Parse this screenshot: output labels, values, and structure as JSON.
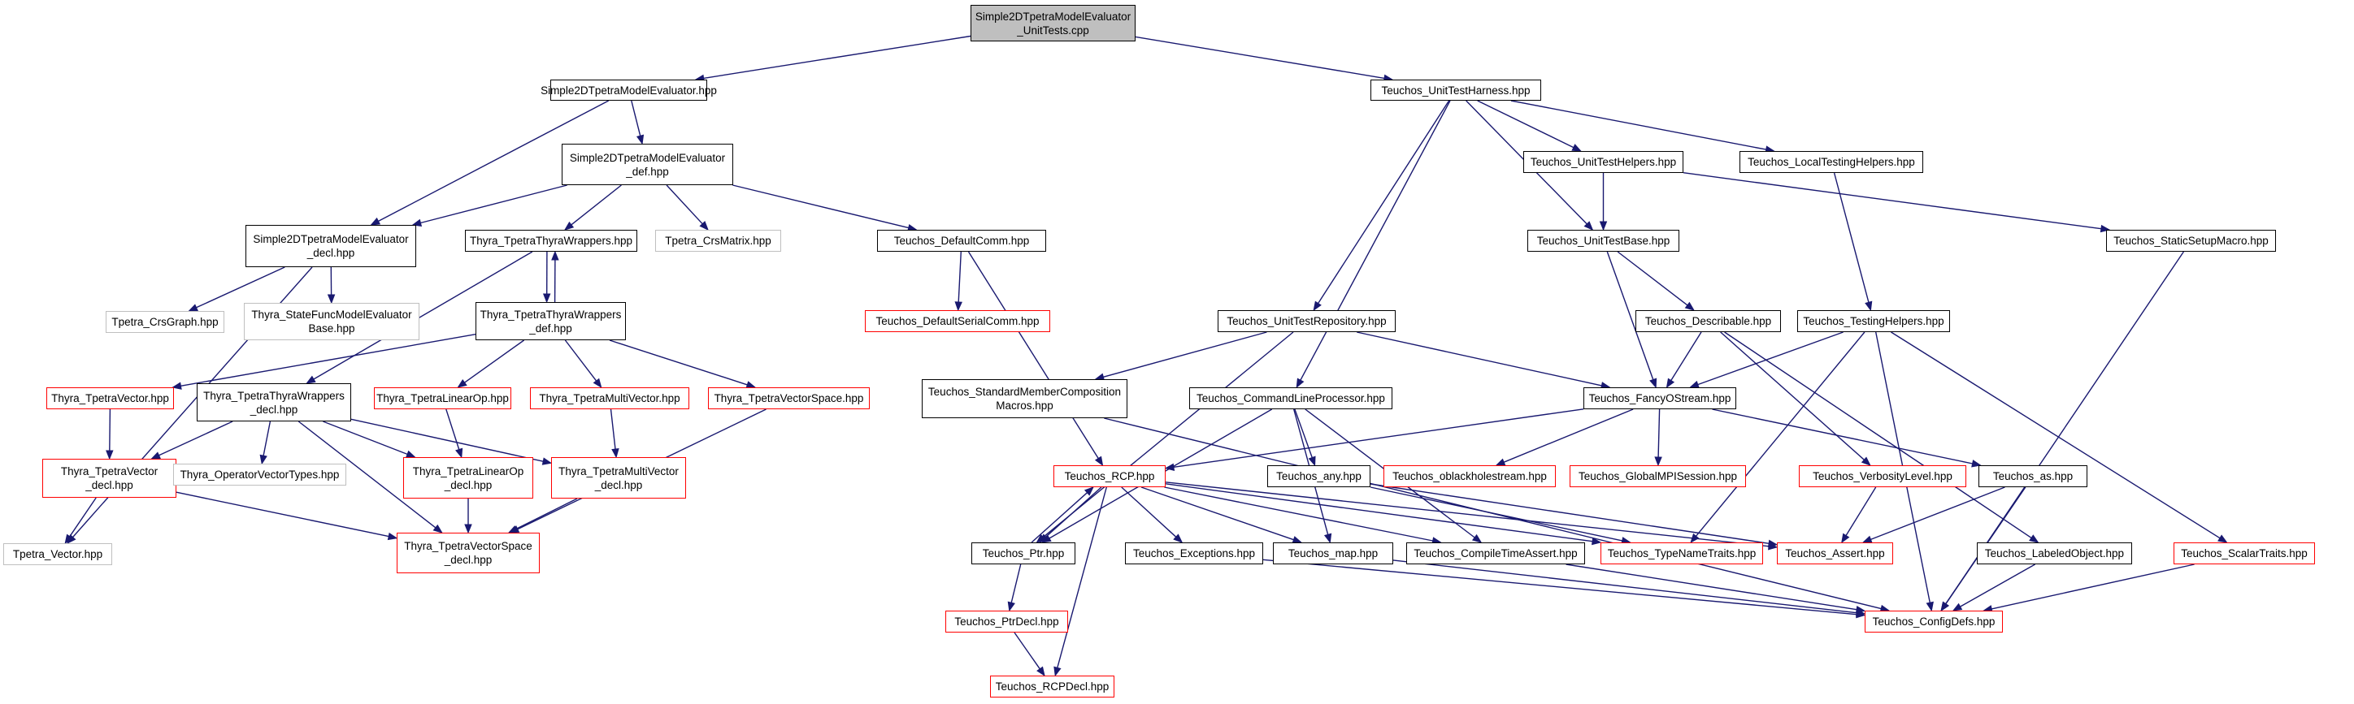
{
  "nodes": [
    {
      "id": "root",
      "lines": [
        "Simple2DTpetraModelEvaluator",
        "_UnitTests.cpp"
      ],
      "style": "root"
    },
    {
      "id": "s2d_hpp",
      "lines": [
        "Simple2DTpetraModelEvaluator.hpp"
      ],
      "style": "black"
    },
    {
      "id": "s2d_def",
      "lines": [
        "Simple2DTpetraModelEvaluator",
        "_def.hpp"
      ],
      "style": "black"
    },
    {
      "id": "s2d_decl",
      "lines": [
        "Simple2DTpetraModelEvaluator",
        "_decl.hpp"
      ],
      "style": "black"
    },
    {
      "id": "tpetra_crsgraph",
      "lines": [
        "Tpetra_CrsGraph.hpp"
      ],
      "style": "gray"
    },
    {
      "id": "thyra_statefunc",
      "lines": [
        "Thyra_StateFuncModelEvaluator",
        "Base.hpp"
      ],
      "style": "gray"
    },
    {
      "id": "thyra_ttw",
      "lines": [
        "Thyra_TpetraThyraWrappers.hpp"
      ],
      "style": "black"
    },
    {
      "id": "tpetra_crsmatrix",
      "lines": [
        "Tpetra_CrsMatrix.hpp"
      ],
      "style": "gray"
    },
    {
      "id": "defaultcomm",
      "lines": [
        "Teuchos_DefaultComm.hpp"
      ],
      "style": "black"
    },
    {
      "id": "defaultserialcomm",
      "lines": [
        "Teuchos_DefaultSerialComm.hpp"
      ],
      "style": "red"
    },
    {
      "id": "thyra_ttw_def",
      "lines": [
        "Thyra_TpetraThyraWrappers",
        "_def.hpp"
      ],
      "style": "black"
    },
    {
      "id": "thyra_tv",
      "lines": [
        "Thyra_TpetraVector.hpp"
      ],
      "style": "red"
    },
    {
      "id": "thyra_ttw_decl",
      "lines": [
        "Thyra_TpetraThyraWrappers",
        "_decl.hpp"
      ],
      "style": "black"
    },
    {
      "id": "thyra_tlo",
      "lines": [
        "Thyra_TpetraLinearOp.hpp"
      ],
      "style": "red"
    },
    {
      "id": "thyra_tmv",
      "lines": [
        "Thyra_TpetraMultiVector.hpp"
      ],
      "style": "red"
    },
    {
      "id": "thyra_tvs",
      "lines": [
        "Thyra_TpetraVectorSpace.hpp"
      ],
      "style": "red"
    },
    {
      "id": "thyra_tv_decl",
      "lines": [
        "Thyra_TpetraVector",
        "_decl.hpp"
      ],
      "style": "red"
    },
    {
      "id": "thyra_ovt",
      "lines": [
        "Thyra_OperatorVectorTypes.hpp"
      ],
      "style": "gray"
    },
    {
      "id": "thyra_tlo_decl",
      "lines": [
        "Thyra_TpetraLinearOp",
        "_decl.hpp"
      ],
      "style": "red"
    },
    {
      "id": "thyra_tmv_decl",
      "lines": [
        "Thyra_TpetraMultiVector",
        "_decl.hpp"
      ],
      "style": "red"
    },
    {
      "id": "tpetra_vector",
      "lines": [
        "Tpetra_Vector.hpp"
      ],
      "style": "gray"
    },
    {
      "id": "thyra_tvs_decl",
      "lines": [
        "Thyra_TpetraVectorSpace",
        "_decl.hpp"
      ],
      "style": "red"
    },
    {
      "id": "uth",
      "lines": [
        "Teuchos_UnitTestHarness.hpp"
      ],
      "style": "black"
    },
    {
      "id": "uthelpers",
      "lines": [
        "Teuchos_UnitTestHelpers.hpp"
      ],
      "style": "black"
    },
    {
      "id": "localtesting",
      "lines": [
        "Teuchos_LocalTestingHelpers.hpp"
      ],
      "style": "black"
    },
    {
      "id": "utbase",
      "lines": [
        "Teuchos_UnitTestBase.hpp"
      ],
      "style": "black"
    },
    {
      "id": "staticsetup",
      "lines": [
        "Teuchos_StaticSetupMacro.hpp"
      ],
      "style": "black"
    },
    {
      "id": "utrepo",
      "lines": [
        "Teuchos_UnitTestRepository.hpp"
      ],
      "style": "black"
    },
    {
      "id": "describable",
      "lines": [
        "Teuchos_Describable.hpp"
      ],
      "style": "black"
    },
    {
      "id": "testinghelpers",
      "lines": [
        "Teuchos_TestingHelpers.hpp"
      ],
      "style": "black"
    },
    {
      "id": "stdmember",
      "lines": [
        "Teuchos_StandardMemberComposition",
        "Macros.hpp"
      ],
      "style": "black"
    },
    {
      "id": "clp",
      "lines": [
        "Teuchos_CommandLineProcessor.hpp"
      ],
      "style": "black"
    },
    {
      "id": "fancyostream",
      "lines": [
        "Teuchos_FancyOStream.hpp"
      ],
      "style": "black"
    },
    {
      "id": "rcp",
      "lines": [
        "Teuchos_RCP.hpp"
      ],
      "style": "red"
    },
    {
      "id": "any",
      "lines": [
        "Teuchos_any.hpp"
      ],
      "style": "black"
    },
    {
      "id": "oblack",
      "lines": [
        "Teuchos_oblackholestream.hpp"
      ],
      "style": "red"
    },
    {
      "id": "globalmpi",
      "lines": [
        "Teuchos_GlobalMPISession.hpp"
      ],
      "style": "red"
    },
    {
      "id": "verbosity",
      "lines": [
        "Teuchos_VerbosityLevel.hpp"
      ],
      "style": "red"
    },
    {
      "id": "as",
      "lines": [
        "Teuchos_as.hpp"
      ],
      "style": "black"
    },
    {
      "id": "ptr",
      "lines": [
        "Teuchos_Ptr.hpp"
      ],
      "style": "black"
    },
    {
      "id": "exceptions",
      "lines": [
        "Teuchos_Exceptions.hpp"
      ],
      "style": "black"
    },
    {
      "id": "map",
      "lines": [
        "Teuchos_map.hpp"
      ],
      "style": "black"
    },
    {
      "id": "cta",
      "lines": [
        "Teuchos_CompileTimeAssert.hpp"
      ],
      "style": "black"
    },
    {
      "id": "typenametraits",
      "lines": [
        "Teuchos_TypeNameTraits.hpp"
      ],
      "style": "red"
    },
    {
      "id": "assert",
      "lines": [
        "Teuchos_Assert.hpp"
      ],
      "style": "red"
    },
    {
      "id": "labeledobject",
      "lines": [
        "Teuchos_LabeledObject.hpp"
      ],
      "style": "black"
    },
    {
      "id": "scalartraits",
      "lines": [
        "Teuchos_ScalarTraits.hpp"
      ],
      "style": "red"
    },
    {
      "id": "ptrdecl",
      "lines": [
        "Teuchos_PtrDecl.hpp"
      ],
      "style": "red"
    },
    {
      "id": "configdefs",
      "lines": [
        "Teuchos_ConfigDefs.hpp"
      ],
      "style": "red"
    },
    {
      "id": "rcpdecl",
      "lines": [
        "Teuchos_RCPDecl.hpp"
      ],
      "style": "red"
    }
  ],
  "edges": [
    [
      "root",
      "s2d_hpp"
    ],
    [
      "root",
      "uth"
    ],
    [
      "s2d_hpp",
      "s2d_def"
    ],
    [
      "s2d_hpp",
      "s2d_decl"
    ],
    [
      "s2d_def",
      "s2d_decl"
    ],
    [
      "s2d_def",
      "thyra_ttw"
    ],
    [
      "s2d_def",
      "tpetra_crsmatrix"
    ],
    [
      "s2d_def",
      "defaultcomm"
    ],
    [
      "s2d_decl",
      "tpetra_crsgraph"
    ],
    [
      "s2d_decl",
      "thyra_statefunc"
    ],
    [
      "s2d_decl",
      "tpetra_vector"
    ],
    [
      "thyra_ttw",
      "thyra_ttw_def"
    ],
    [
      "thyra_ttw",
      "thyra_ttw_decl"
    ],
    [
      "thyra_ttw_def",
      "thyra_ttw"
    ],
    [
      "thyra_ttw_def",
      "thyra_tv"
    ],
    [
      "thyra_ttw_def",
      "thyra_tlo"
    ],
    [
      "thyra_ttw_def",
      "thyra_tmv"
    ],
    [
      "thyra_ttw_def",
      "thyra_tvs"
    ],
    [
      "thyra_tv",
      "thyra_tv_decl"
    ],
    [
      "thyra_ttw_decl",
      "thyra_tv_decl"
    ],
    [
      "thyra_ttw_decl",
      "thyra_ovt"
    ],
    [
      "thyra_ttw_decl",
      "thyra_tlo_decl"
    ],
    [
      "thyra_ttw_decl",
      "thyra_tmv_decl"
    ],
    [
      "thyra_ttw_decl",
      "thyra_tvs_decl"
    ],
    [
      "thyra_tlo",
      "thyra_tlo_decl"
    ],
    [
      "thyra_tmv",
      "thyra_tmv_decl"
    ],
    [
      "thyra_tvs",
      "thyra_tvs_decl"
    ],
    [
      "thyra_tv_decl",
      "tpetra_vector"
    ],
    [
      "thyra_tv_decl",
      "thyra_tvs_decl"
    ],
    [
      "thyra_tlo_decl",
      "thyra_tvs_decl"
    ],
    [
      "thyra_tmv_decl",
      "thyra_tvs_decl"
    ],
    [
      "defaultcomm",
      "defaultserialcomm"
    ],
    [
      "defaultcomm",
      "rcp"
    ],
    [
      "uth",
      "uthelpers"
    ],
    [
      "uth",
      "localtesting"
    ],
    [
      "uth",
      "utbase"
    ],
    [
      "uth",
      "utrepo"
    ],
    [
      "uth",
      "clp"
    ],
    [
      "uthelpers",
      "utbase"
    ],
    [
      "uthelpers",
      "staticsetup"
    ],
    [
      "localtesting",
      "testinghelpers"
    ],
    [
      "utbase",
      "describable"
    ],
    [
      "utbase",
      "fancyostream"
    ],
    [
      "staticsetup",
      "configdefs"
    ],
    [
      "utrepo",
      "stdmember"
    ],
    [
      "utrepo",
      "fancyostream"
    ],
    [
      "utrepo",
      "ptr"
    ],
    [
      "describable",
      "fancyostream"
    ],
    [
      "describable",
      "verbosity"
    ],
    [
      "describable",
      "labeledobject"
    ],
    [
      "testinghelpers",
      "fancyostream"
    ],
    [
      "testinghelpers",
      "typenametraits"
    ],
    [
      "testinghelpers",
      "scalartraits"
    ],
    [
      "testinghelpers",
      "configdefs"
    ],
    [
      "stdmember",
      "configdefs"
    ],
    [
      "clp",
      "any"
    ],
    [
      "clp",
      "ptr"
    ],
    [
      "clp",
      "map"
    ],
    [
      "clp",
      "cta"
    ],
    [
      "fancyostream",
      "rcp"
    ],
    [
      "fancyostream",
      "oblack"
    ],
    [
      "fancyostream",
      "globalmpi"
    ],
    [
      "fancyostream",
      "as"
    ],
    [
      "rcp",
      "ptr"
    ],
    [
      "rcp",
      "exceptions"
    ],
    [
      "rcp",
      "map"
    ],
    [
      "rcp",
      "typenametraits"
    ],
    [
      "rcp",
      "assert"
    ],
    [
      "rcp",
      "rcpdecl"
    ],
    [
      "rcp",
      "cta"
    ],
    [
      "any",
      "typenametraits"
    ],
    [
      "any",
      "assert"
    ],
    [
      "verbosity",
      "assert"
    ],
    [
      "as",
      "assert"
    ],
    [
      "as",
      "configdefs"
    ],
    [
      "ptr",
      "rcp"
    ],
    [
      "ptr",
      "ptrdecl"
    ],
    [
      "ptrdecl",
      "rcpdecl"
    ],
    [
      "exceptions",
      "configdefs"
    ],
    [
      "map",
      "configdefs"
    ],
    [
      "cta",
      "configdefs"
    ],
    [
      "labeledobject",
      "configdefs"
    ],
    [
      "scalartraits",
      "configdefs"
    ]
  ]
}
